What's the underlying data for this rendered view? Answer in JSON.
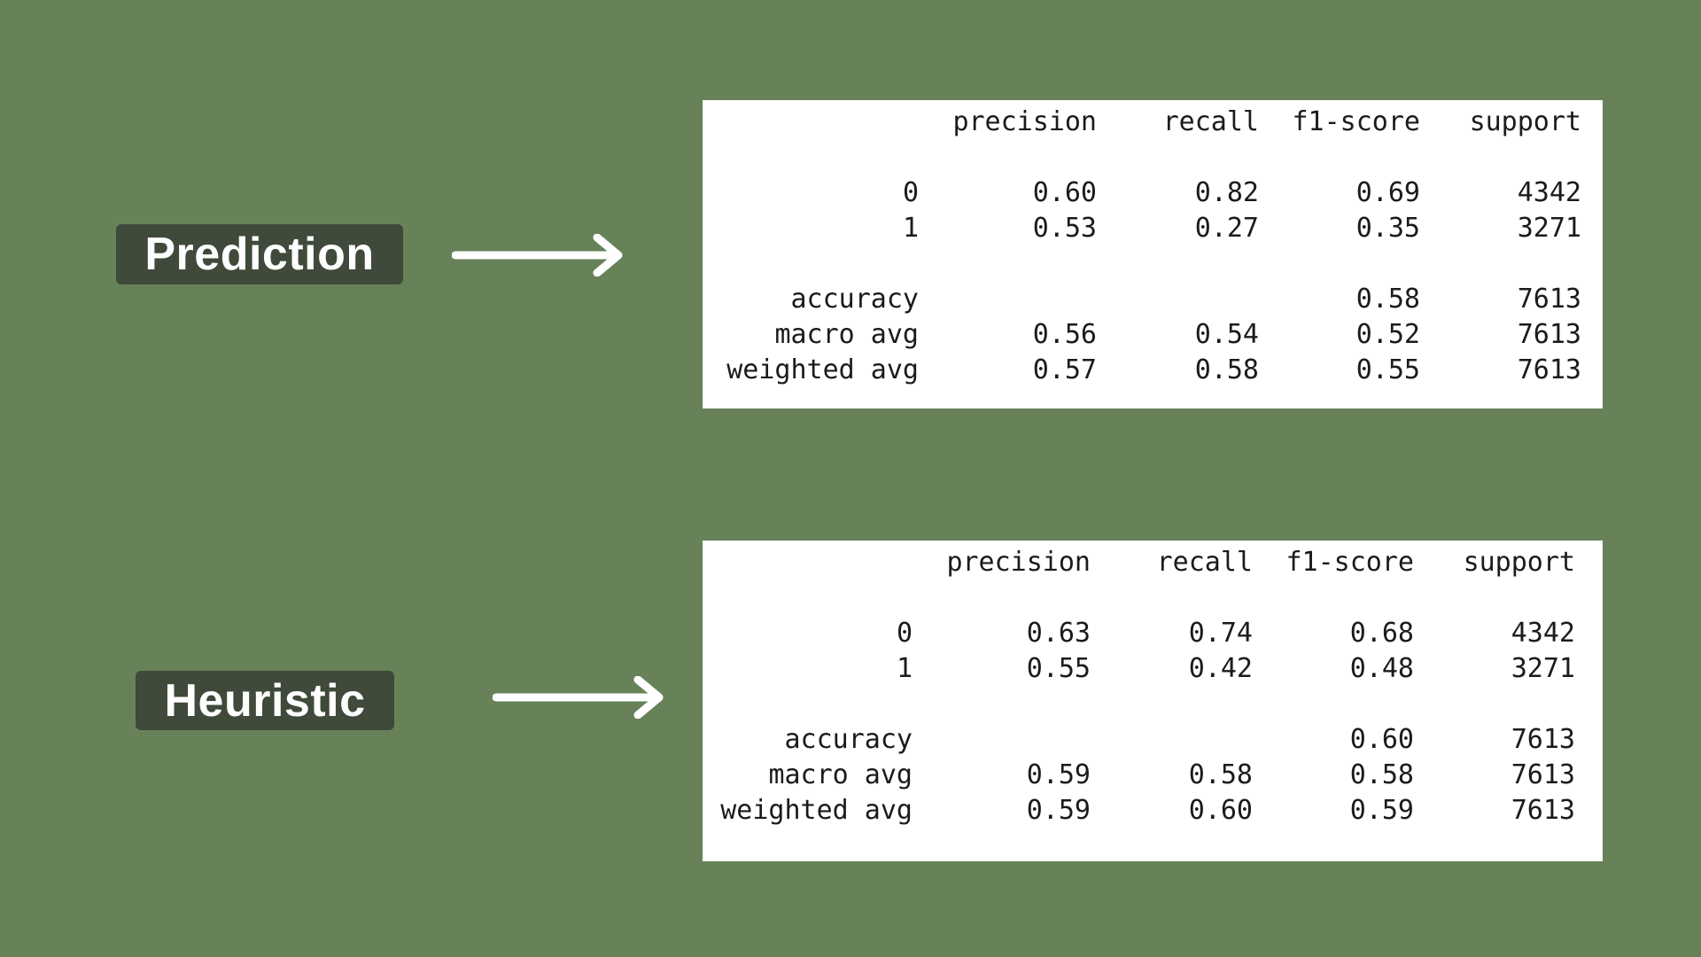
{
  "sections": [
    {
      "label": "Prediction",
      "report": {
        "headers": [
          "",
          "precision",
          "recall",
          "f1-score",
          "support"
        ],
        "rows": [
          [
            "0",
            "0.60",
            "0.82",
            "0.69",
            "4342"
          ],
          [
            "1",
            "0.53",
            "0.27",
            "0.35",
            "3271"
          ],
          [
            "accuracy",
            "",
            "",
            "0.58",
            "7613"
          ],
          [
            "macro avg",
            "0.56",
            "0.54",
            "0.52",
            "7613"
          ],
          [
            "weighted avg",
            "0.57",
            "0.58",
            "0.55",
            "7613"
          ]
        ]
      }
    },
    {
      "label": "Heuristic",
      "report": {
        "headers": [
          "",
          "precision",
          "recall",
          "f1-score",
          "support"
        ],
        "rows": [
          [
            "0",
            "0.63",
            "0.74",
            "0.68",
            "4342"
          ],
          [
            "1",
            "0.55",
            "0.42",
            "0.48",
            "3271"
          ],
          [
            "accuracy",
            "",
            "",
            "0.60",
            "7613"
          ],
          [
            "macro avg",
            "0.59",
            "0.58",
            "0.58",
            "7613"
          ],
          [
            "weighted avg",
            "0.59",
            "0.60",
            "0.59",
            "7613"
          ]
        ]
      }
    }
  ],
  "colors": {
    "background": "#678259",
    "badge": "#3f4a3a",
    "badge_text": "#ffffff",
    "panel": "#ffffff",
    "arrow": "#ffffff"
  },
  "icons": {
    "arrow": "arrow-right-icon"
  }
}
